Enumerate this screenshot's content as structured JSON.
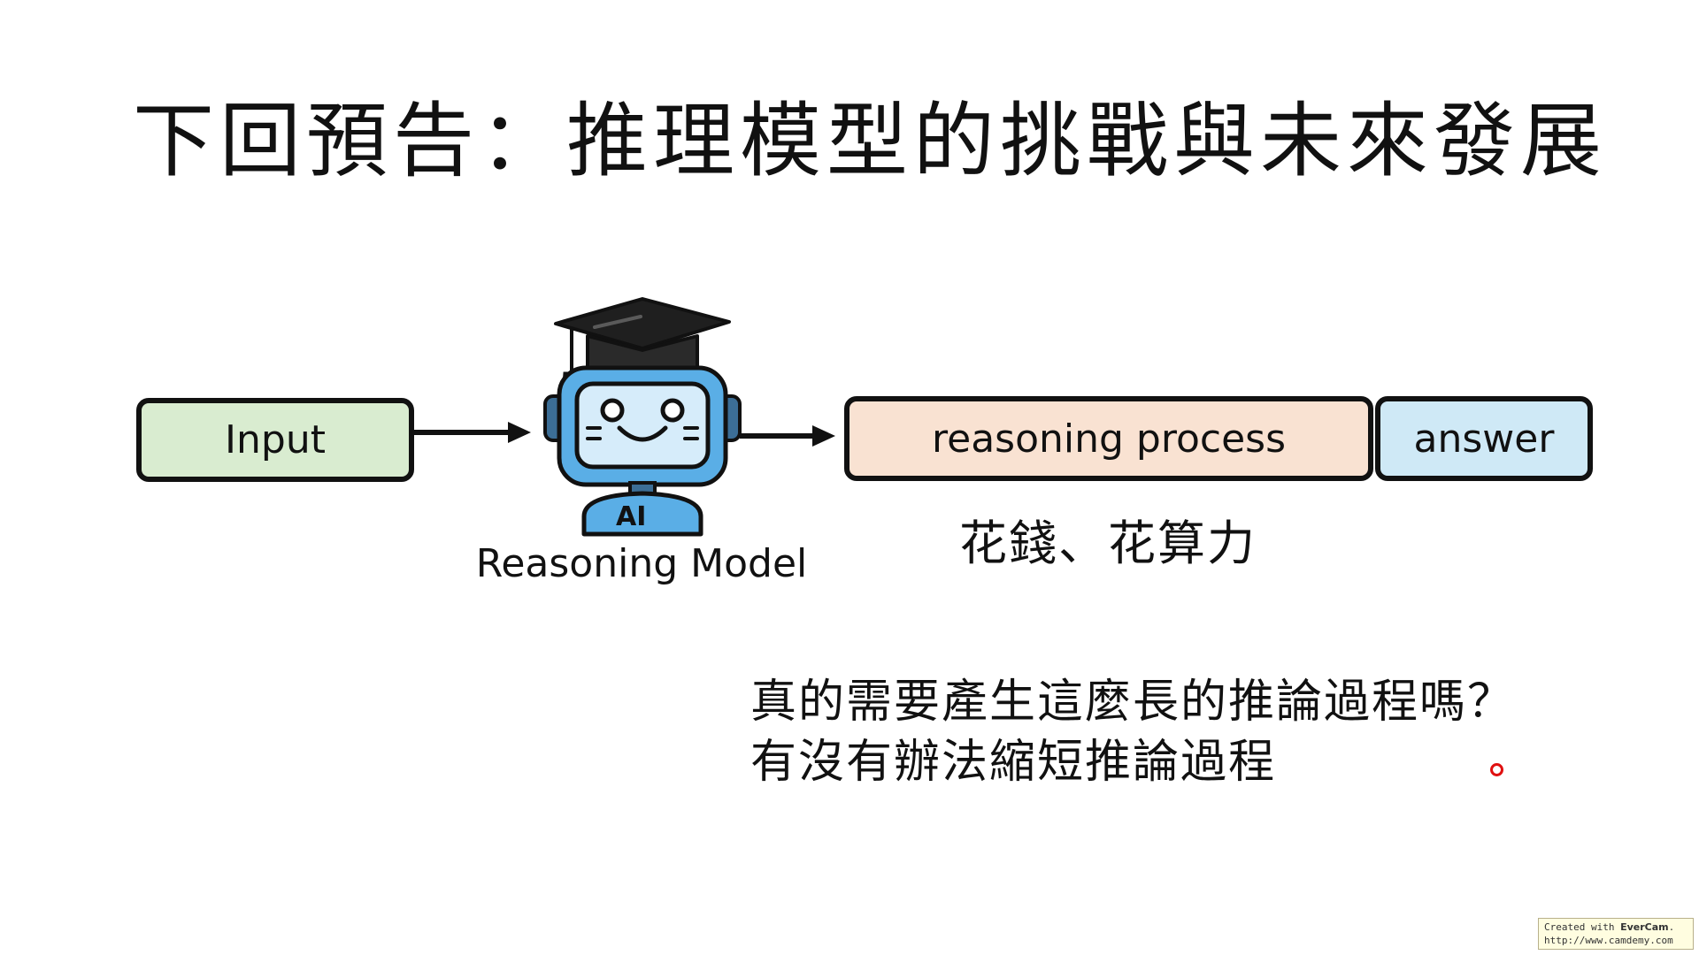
{
  "slide": {
    "title": "下回預告：推理模型的挑戰與未來發展",
    "diagram": {
      "input_label": "Input",
      "model_label": "Reasoning Model",
      "robot_badge": "AI",
      "reasoning_label": "reasoning process",
      "answer_label": "answer",
      "cost_note": "花錢、花算力"
    },
    "questions": [
      "真的需要產生這麼長的推論過程嗎？",
      "有沒有辦法縮短推論過程"
    ]
  },
  "watermark": {
    "prefix": "Created with ",
    "brand": "EverCam",
    "suffix": ".",
    "url": "http://www.camdemy.com"
  },
  "colors": {
    "input_fill": "#d9ecd0",
    "reasoning_fill": "#f9e2d2",
    "answer_fill": "#cfe9f6",
    "robot_blue": "#5aaee6",
    "robot_screen": "#d6ecfa",
    "outline": "#111111",
    "pointer": "#e01010"
  },
  "icons": [
    "graduation-cap-icon",
    "robot-icon"
  ]
}
